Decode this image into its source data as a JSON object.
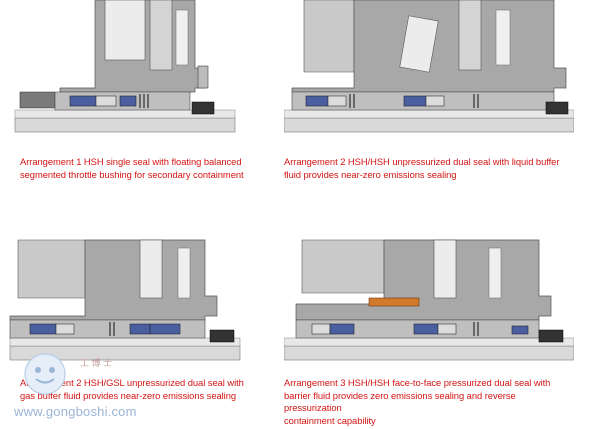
{
  "panels": [
    {
      "caption_line1": "Arrangement 1 HSH single seal with floating balanced",
      "caption_line2": "segmented throttle bushing for secondary containment",
      "caption_line3": ""
    },
    {
      "caption_line1": "Arrangement 2 HSH/HSH unpressurized dual seal with liquid buffer",
      "caption_line2": "fluid provides near-zero emissions sealing",
      "caption_line3": ""
    },
    {
      "caption_line1": "Arrangement 2 HSH/GSL unpressurized dual seal with",
      "caption_line2": "gas buffer fluid provides near-zero emissions sealing",
      "caption_line3": ""
    },
    {
      "caption_line1": "Arrangement 3 HSH/HSH face-to-face pressurized dual seal with",
      "caption_line2": "barrier fluid provides zero emissions sealing and reverse pressurization",
      "caption_line3": "containment capability"
    }
  ],
  "watermark": {
    "chinese": "工 博 士",
    "url": "www.gongboshi.com"
  },
  "colors": {
    "caption": "#d41414",
    "metal": "#8c8c8c",
    "face": "#4a5fa0",
    "barrier": "#d27a2c"
  }
}
